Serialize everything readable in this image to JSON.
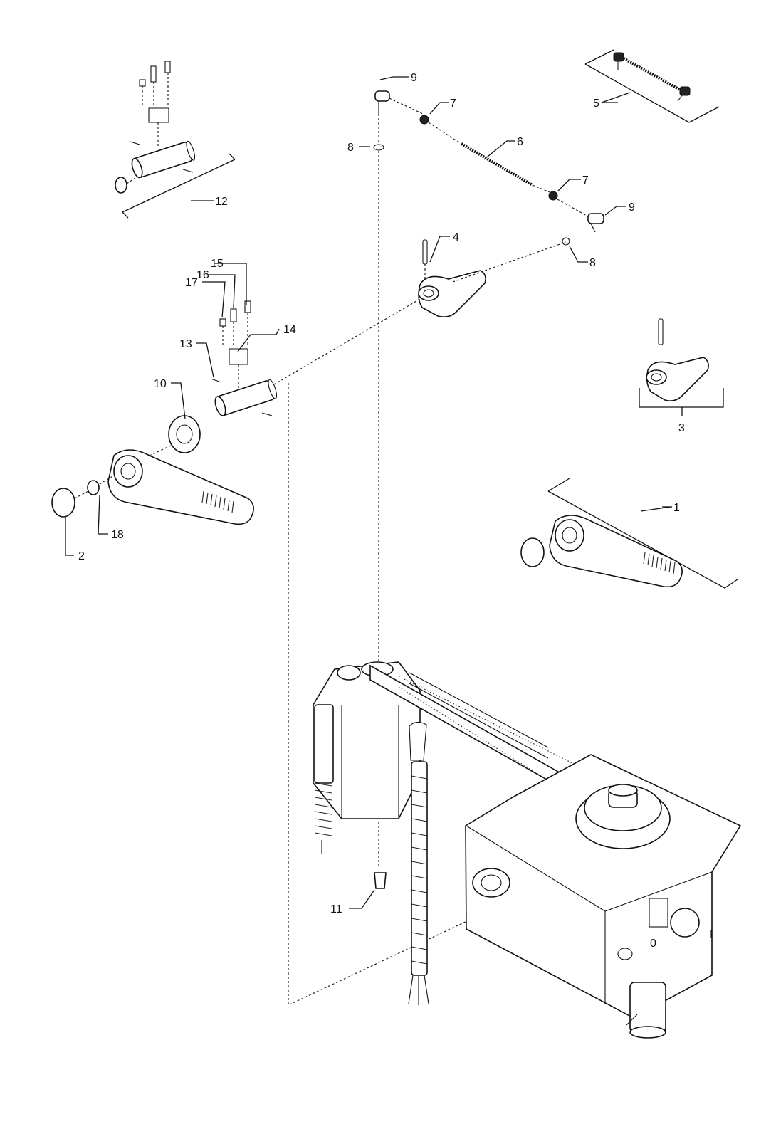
{
  "callouts": {
    "c1": "1",
    "c2": "2",
    "c3": "3",
    "c4": "4",
    "c5": "5",
    "c6": "6",
    "c7a": "7",
    "c7b": "7",
    "c8a": "8",
    "c8b": "8",
    "c9a": "9",
    "c9b": "9",
    "c10": "10",
    "c11": "11",
    "c12": "12",
    "c13": "13",
    "c14": "14",
    "c15": "15",
    "c16": "16",
    "c17": "17",
    "c18": "18"
  },
  "machine_markings": {
    "switch_on": "I",
    "switch_off": "0"
  }
}
